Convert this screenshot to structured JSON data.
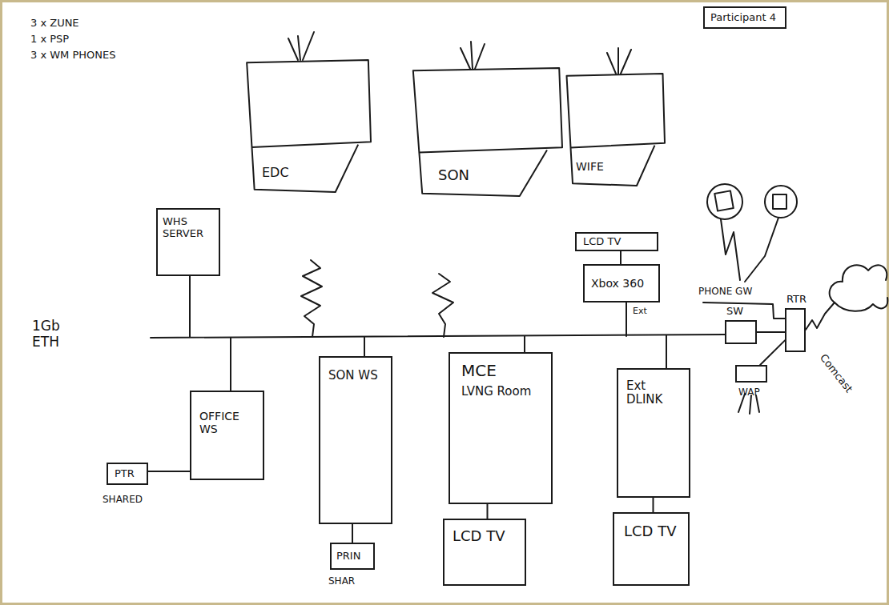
{
  "diagram": {
    "nodes": [
      {
        "text": [
          "Participant 4"
        ]
      },
      {
        "text": [
          "EDC"
        ]
      },
      {
        "text": [
          "SON"
        ]
      },
      {
        "text": [
          "WIFE"
        ]
      },
      {
        "text": [
          "WHS SERVER"
        ]
      },
      {
        "text": [
          "LCD TV"
        ]
      },
      {
        "text": [
          "Xbox 360"
        ]
      },
      {
        "text": [
          "SW"
        ]
      },
      {
        "text": [
          "RTR"
        ]
      },
      {
        "text": [
          "WAP"
        ]
      },
      {
        "text": [
          "OFFICE WS"
        ]
      },
      {
        "text": [
          "PTR"
        ]
      },
      {
        "text": [
          "SON WS"
        ]
      },
      {
        "text": [
          "PRIN"
        ]
      },
      {
        "text": [
          "MCE",
          "LVNG Room"
        ]
      },
      {
        "text": [
          "LCD TV"
        ]
      },
      {
        "text": [
          "Ext DLINK"
        ]
      },
      {
        "text": [
          "LCD TV"
        ]
      }
    ],
    "edges": [
      {
        "from": 5,
        "to": 6,
        "arrow": "none"
      },
      {
        "from": 7,
        "to": 8,
        "arrow": "none"
      },
      {
        "from": 9,
        "to": 8,
        "arrow": "none"
      },
      {
        "from": 11,
        "to": 10,
        "arrow": "none"
      },
      {
        "from": 12,
        "to": 13,
        "arrow": "none"
      },
      {
        "from": 14,
        "to": 15,
        "arrow": "none"
      },
      {
        "from": 16,
        "to": 17,
        "arrow": "none"
      }
    ],
    "labels": [
      "3 x ZUNE",
      "1 x PSP",
      "3 x WM PHONES",
      "1Gb ETH",
      "PHONE GW",
      "Comcast",
      "SHARED",
      "SHAR",
      "Ext"
    ]
  }
}
